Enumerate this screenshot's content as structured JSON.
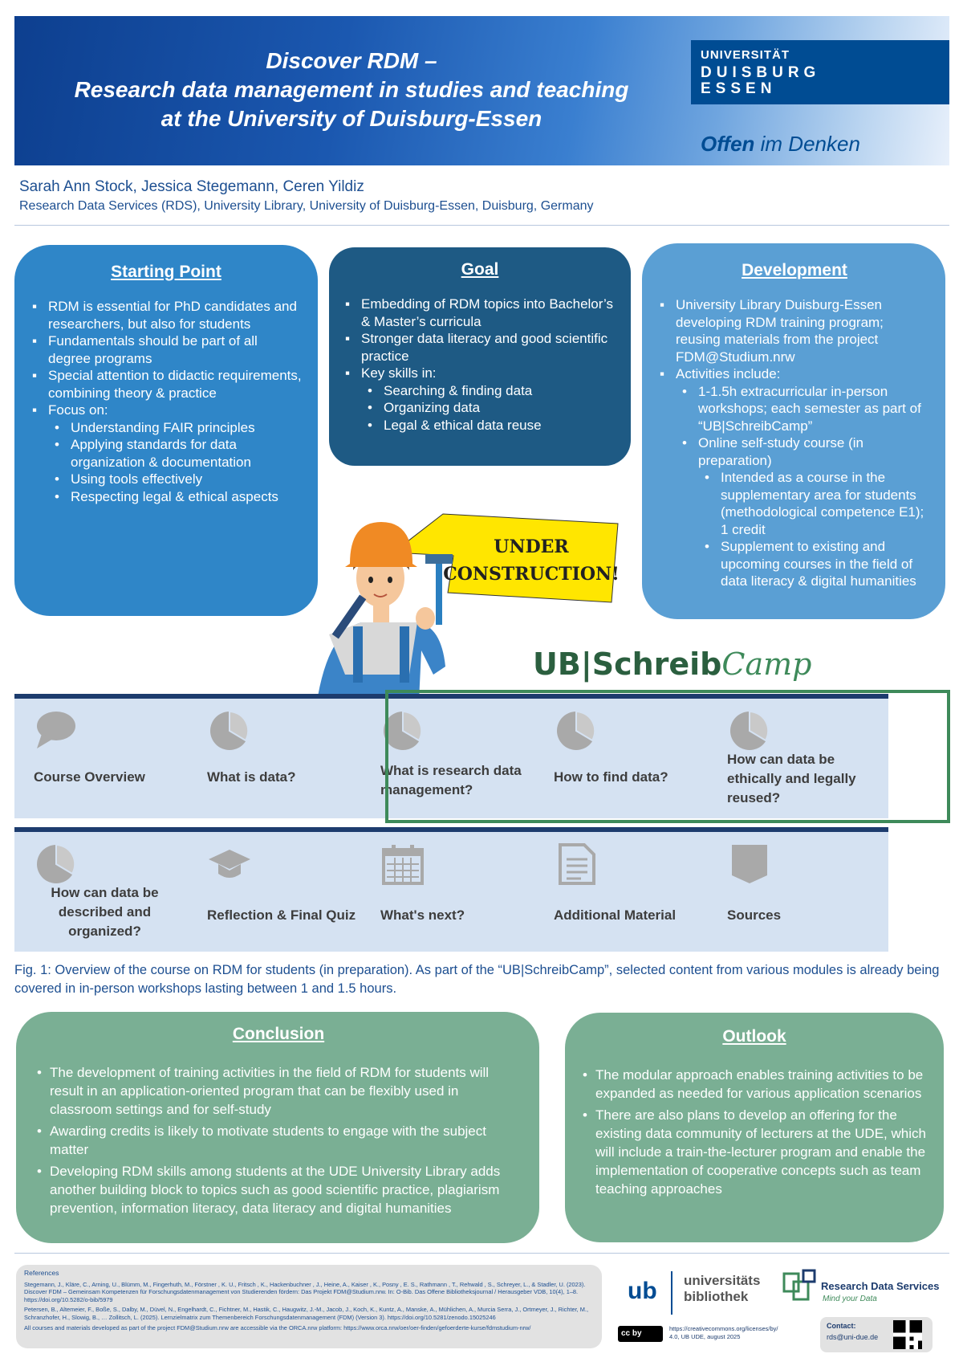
{
  "header": {
    "title_lines": [
      "Discover RDM –",
      "Research data management in studies and teaching",
      "at the University of Duisburg-Essen"
    ],
    "logo": {
      "line1": "UNIVERSITÄT",
      "line2": "DUISBURG",
      "line3": "ESSEN",
      "slogan_bold": "Offen",
      "slogan_rest": " im Denken"
    }
  },
  "authors": "Sarah Ann Stock, Jessica Stegemann, Ceren Yildiz",
  "affiliation": "Research Data Services (RDS), University Library, University of Duisburg-Essen, Duisburg, Germany",
  "starting_point": {
    "title": "Starting Point",
    "items": [
      {
        "level": 1,
        "text": "RDM is essential for PhD candidates and researchers, but also for students"
      },
      {
        "level": 1,
        "text": "Fundamentals should be part of all degree programs"
      },
      {
        "level": 1,
        "text": "Special attention to didactic requirements, combining theory & practice"
      },
      {
        "level": 1,
        "text": "Focus on:"
      },
      {
        "level": 2,
        "text": "Understanding FAIR principles"
      },
      {
        "level": 2,
        "text": "Applying standards for data organization & documentation"
      },
      {
        "level": 2,
        "text": "Using tools effectively"
      },
      {
        "level": 2,
        "text": "Respecting legal & ethical aspects"
      }
    ]
  },
  "goal": {
    "title": "Goal",
    "items": [
      {
        "level": 1,
        "text": "Embedding of RDM topics into Bachelor’s & Master’s curricula"
      },
      {
        "level": 1,
        "text": "Stronger data literacy and good scientific practice"
      },
      {
        "level": 1,
        "text": "Key skills in:"
      },
      {
        "level": 2,
        "text": "Searching & finding data"
      },
      {
        "level": 2,
        "text": "Organizing data"
      },
      {
        "level": 2,
        "text": "Legal & ethical data reuse"
      }
    ]
  },
  "development": {
    "title": "Development",
    "items": [
      {
        "level": 1,
        "text": "University Library Duisburg-Essen developing RDM training program; reusing materials from the project FDM@Studium.nrw"
      },
      {
        "level": 1,
        "text": "Activities include:"
      },
      {
        "level": 2,
        "text": "1-1.5h extracurricular in-person workshops; each semester as part of “UB|SchreibCamp”"
      },
      {
        "level": 2,
        "text": "Online self-study course (in preparation)"
      },
      {
        "level": 3,
        "text": "Intended as a course in the supplementary area for students (methodological competence E1); 1 credit"
      },
      {
        "level": 3,
        "text": "Supplement to existing and upcoming courses in the field of data literacy & digital humanities"
      }
    ]
  },
  "illustration": {
    "sign_line1": "UNDER",
    "sign_line2": "CONSTRUCTION!"
  },
  "schreibcamp": {
    "bold": "UB|Schreib",
    "script": "Camp"
  },
  "modules_row1": [
    {
      "label": "Course Overview",
      "icon": "speech-bubble-icon"
    },
    {
      "label": "What is data?",
      "icon": "pie-chart-icon"
    },
    {
      "label": "What is research data management?",
      "icon": "pie-chart-icon"
    },
    {
      "label": "How to find data?",
      "icon": "pie-chart-icon"
    },
    {
      "label": "How can data be ethically and legally reused?",
      "icon": "pie-chart-icon"
    }
  ],
  "modules_row2": [
    {
      "label": "How can data be described and organized?",
      "icon": "pie-chart-icon"
    },
    {
      "label": "Reflection & Final Quiz",
      "icon": "graduation-cap-icon"
    },
    {
      "label": "What's next?",
      "icon": "calendar-icon"
    },
    {
      "label": "Additional Material",
      "icon": "document-icon"
    },
    {
      "label": "Sources",
      "icon": "bookmark-icon"
    }
  ],
  "caption": "Fig. 1: Overview of the course on RDM for students (in preparation). As part of the “UB|SchreibCamp”, selected content from various modules is already being covered in in-person workshops lasting between 1 and 1.5 hours.",
  "conclusion": {
    "title": "Conclusion",
    "items": [
      "The development of training activities in the field of RDM for students will result in an application-oriented program that can be flexibly used in classroom settings and for self-study",
      "Awarding credits is likely to motivate students to engage with the subject matter",
      "Developing RDM skills among students at the UDE University Library adds another building block to topics such as good scientific practice, plagiarism prevention, information literacy, data literacy and digital humanities"
    ]
  },
  "outlook": {
    "title": "Outlook",
    "items": [
      "The modular approach enables training activities to be expanded as needed for various application scenarios",
      "There are also plans to develop an offering for the existing data community of lecturers at the UDE, which will include a train-the-lecturer program and enable the implementation of cooperative concepts such as team teaching approaches"
    ]
  },
  "references": {
    "heading": "References",
    "items": [
      "Stegemann, J., Kläre, C., Arning, U., Blümm, M., Fingerhuth, M., Förstner , K. U., Fritsch , K., Hackenbuchner , J., Heine, A., Kaiser , K., Posny , E. S., Rathmann , T., Rehwald , S., Schreyer, L., & Stadler, U. (2023). Discover FDM – Gemeinsam Kompetenzen für Forschungsdatenmanagement von Studierenden fördern: Das Projekt FDM@Studium.nrw. In: O-Bib. Das Offene Bibliotheksjournal / Herausgeber VDB, 10(4), 1–8. https://doi.org/10.5282/o-bib/5979",
      "Petersen, B., Altemeier, F., Boße, S., Dalby, M., Düvel, N., Engelhardt, C., Fichtner, M., Hastik, C., Haugwitz, J.-M., Jacob, J., Koch, K., Kuntz, A., Manske, A., Mühlichen, A., Murcia Serra, J., Ortmeyer, J., Richter, M., Schranzhofer, H., Slowig, B., … Zollitsch, L. (2025). Lernzielmatrix zum Themenbereich Forschungsdatenmanagement (FDM) (Version 3). https://doi.org/10.5281/zenodo.15025246",
      "All courses and materials developed as part of the project FDM@Studium.nrw are accessible via the ORCA.nrw platform: https://www.orca.nrw/oer/oer-finden/gefoerderte-kurse/fdmstudium-nrw/"
    ]
  },
  "ub_logo": {
    "ub": "ub",
    "line1": "universitäts",
    "line2": "bibliothek"
  },
  "rds_logo": {
    "name": "Research Data Services",
    "tagline": "Mind your Data"
  },
  "license": {
    "badge": "cc by",
    "text": "https://creativecommons.org/licenses/by/ 4.0, UB UDE, august 2025"
  },
  "contact": {
    "label": "Contact:",
    "email": "rds@uni-due.de"
  },
  "colors": {
    "header_blue": "#0d3f8f",
    "start_blue": "#2f86c8",
    "goal_navy": "#1e5a84",
    "dev_blue": "#5a9fd4",
    "green": "#7aaf94",
    "tile_bg": "#d5e2f2"
  }
}
